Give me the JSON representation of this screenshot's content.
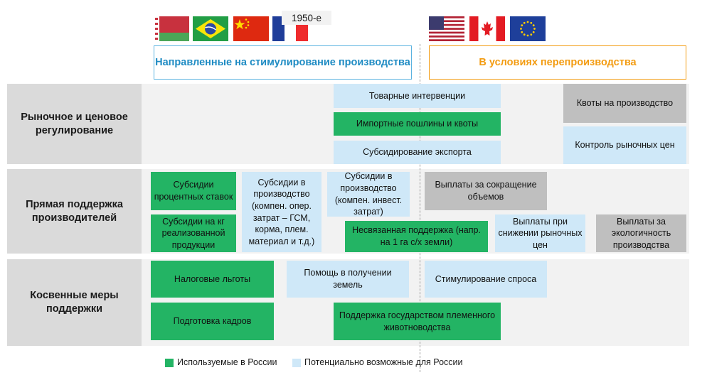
{
  "year_label": "1950-е",
  "flags": {
    "belarus": "belarus-flag-icon",
    "brazil": "brazil-flag-icon",
    "china": "china-flag-icon",
    "france": "france-flag-icon",
    "usa": "usa-flag-icon",
    "canada": "canada-flag-icon",
    "eu": "eu-flag-icon"
  },
  "headers": {
    "left": "Направленные на стимулирование производства",
    "right": "В условиях перепроизводства"
  },
  "rows": {
    "market": "Рыночное и ценовое регулирование",
    "direct": "Прямая поддержка производителей",
    "indirect": "Косвенные меры поддержки"
  },
  "boxes": {
    "commodity_interventions": "Товарные интервенции",
    "import_duties": "Импортные пошлины и квоты",
    "export_subsidies": "Субсидирование экспорта",
    "production_quotas": "Квоты на производство",
    "market_price_control": "Контроль рыночных цен",
    "interest_subsidies": "Субсидии процентных ставок",
    "per_kg_subsidies": "Субсидии на кг реализованной продукции",
    "production_subsidies_costs": "Субсидии в производство (компен. опер. затрат – ГСМ, корма, плем. материал и т.д.)",
    "production_subsidies_invest": "Субсидии в производство (компен. инвест. затрат)",
    "decoupled_support": "Несвязанная поддержка (напр. на 1 га с/х земли)",
    "volume_reduction_payments": "Выплаты за сокращение объемов",
    "low_price_payments": "Выплаты при снижении рыночных цен",
    "eco_payments": "Выплаты за экологичность производства",
    "tax_benefits": "Налоговые льготы",
    "land_help": "Помощь в получении земель",
    "demand_stimulation": "Стимулирование спроса",
    "staff_training": "Подготовка кадров",
    "breeding_support": "Поддержка государством племенного животноводства"
  },
  "legend": {
    "used": "Используемые в России",
    "potential": "Потенциально возможные для России"
  },
  "colors": {
    "used_green": "#23b464",
    "potential_blue": "#cfe8f8",
    "overproduction_gray": "#bfbfbf",
    "left_header_accent": "#1e8bc3",
    "right_header_accent": "#f39c12"
  }
}
